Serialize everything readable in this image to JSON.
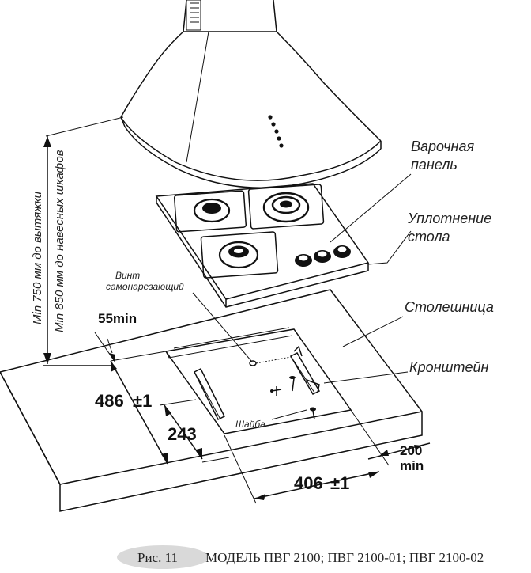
{
  "labels": {
    "hob": [
      "Варочная",
      "панель"
    ],
    "seal": [
      "Уплотнение",
      "стола"
    ],
    "countertop": "Столешница",
    "bracket": "Кронштейн",
    "screw": [
      "Винт",
      "самонарезающий"
    ],
    "washer": "Шайба",
    "hood_height": [
      "Min 750 мм до вытяжки",
      "Min 850 мм до навесных шкафов"
    ]
  },
  "dimensions": {
    "edge_min": "55min",
    "depth": "486",
    "bracket_spacing": "243",
    "width": "406",
    "tolerance": "±1",
    "rear_min_value": "200",
    "rear_min_unit": "min"
  },
  "caption": {
    "figure": "Рис. 11",
    "models": "МОДЕЛЬ ПВГ 2100; ПВГ 2100-01; ПВГ 2100-02"
  }
}
